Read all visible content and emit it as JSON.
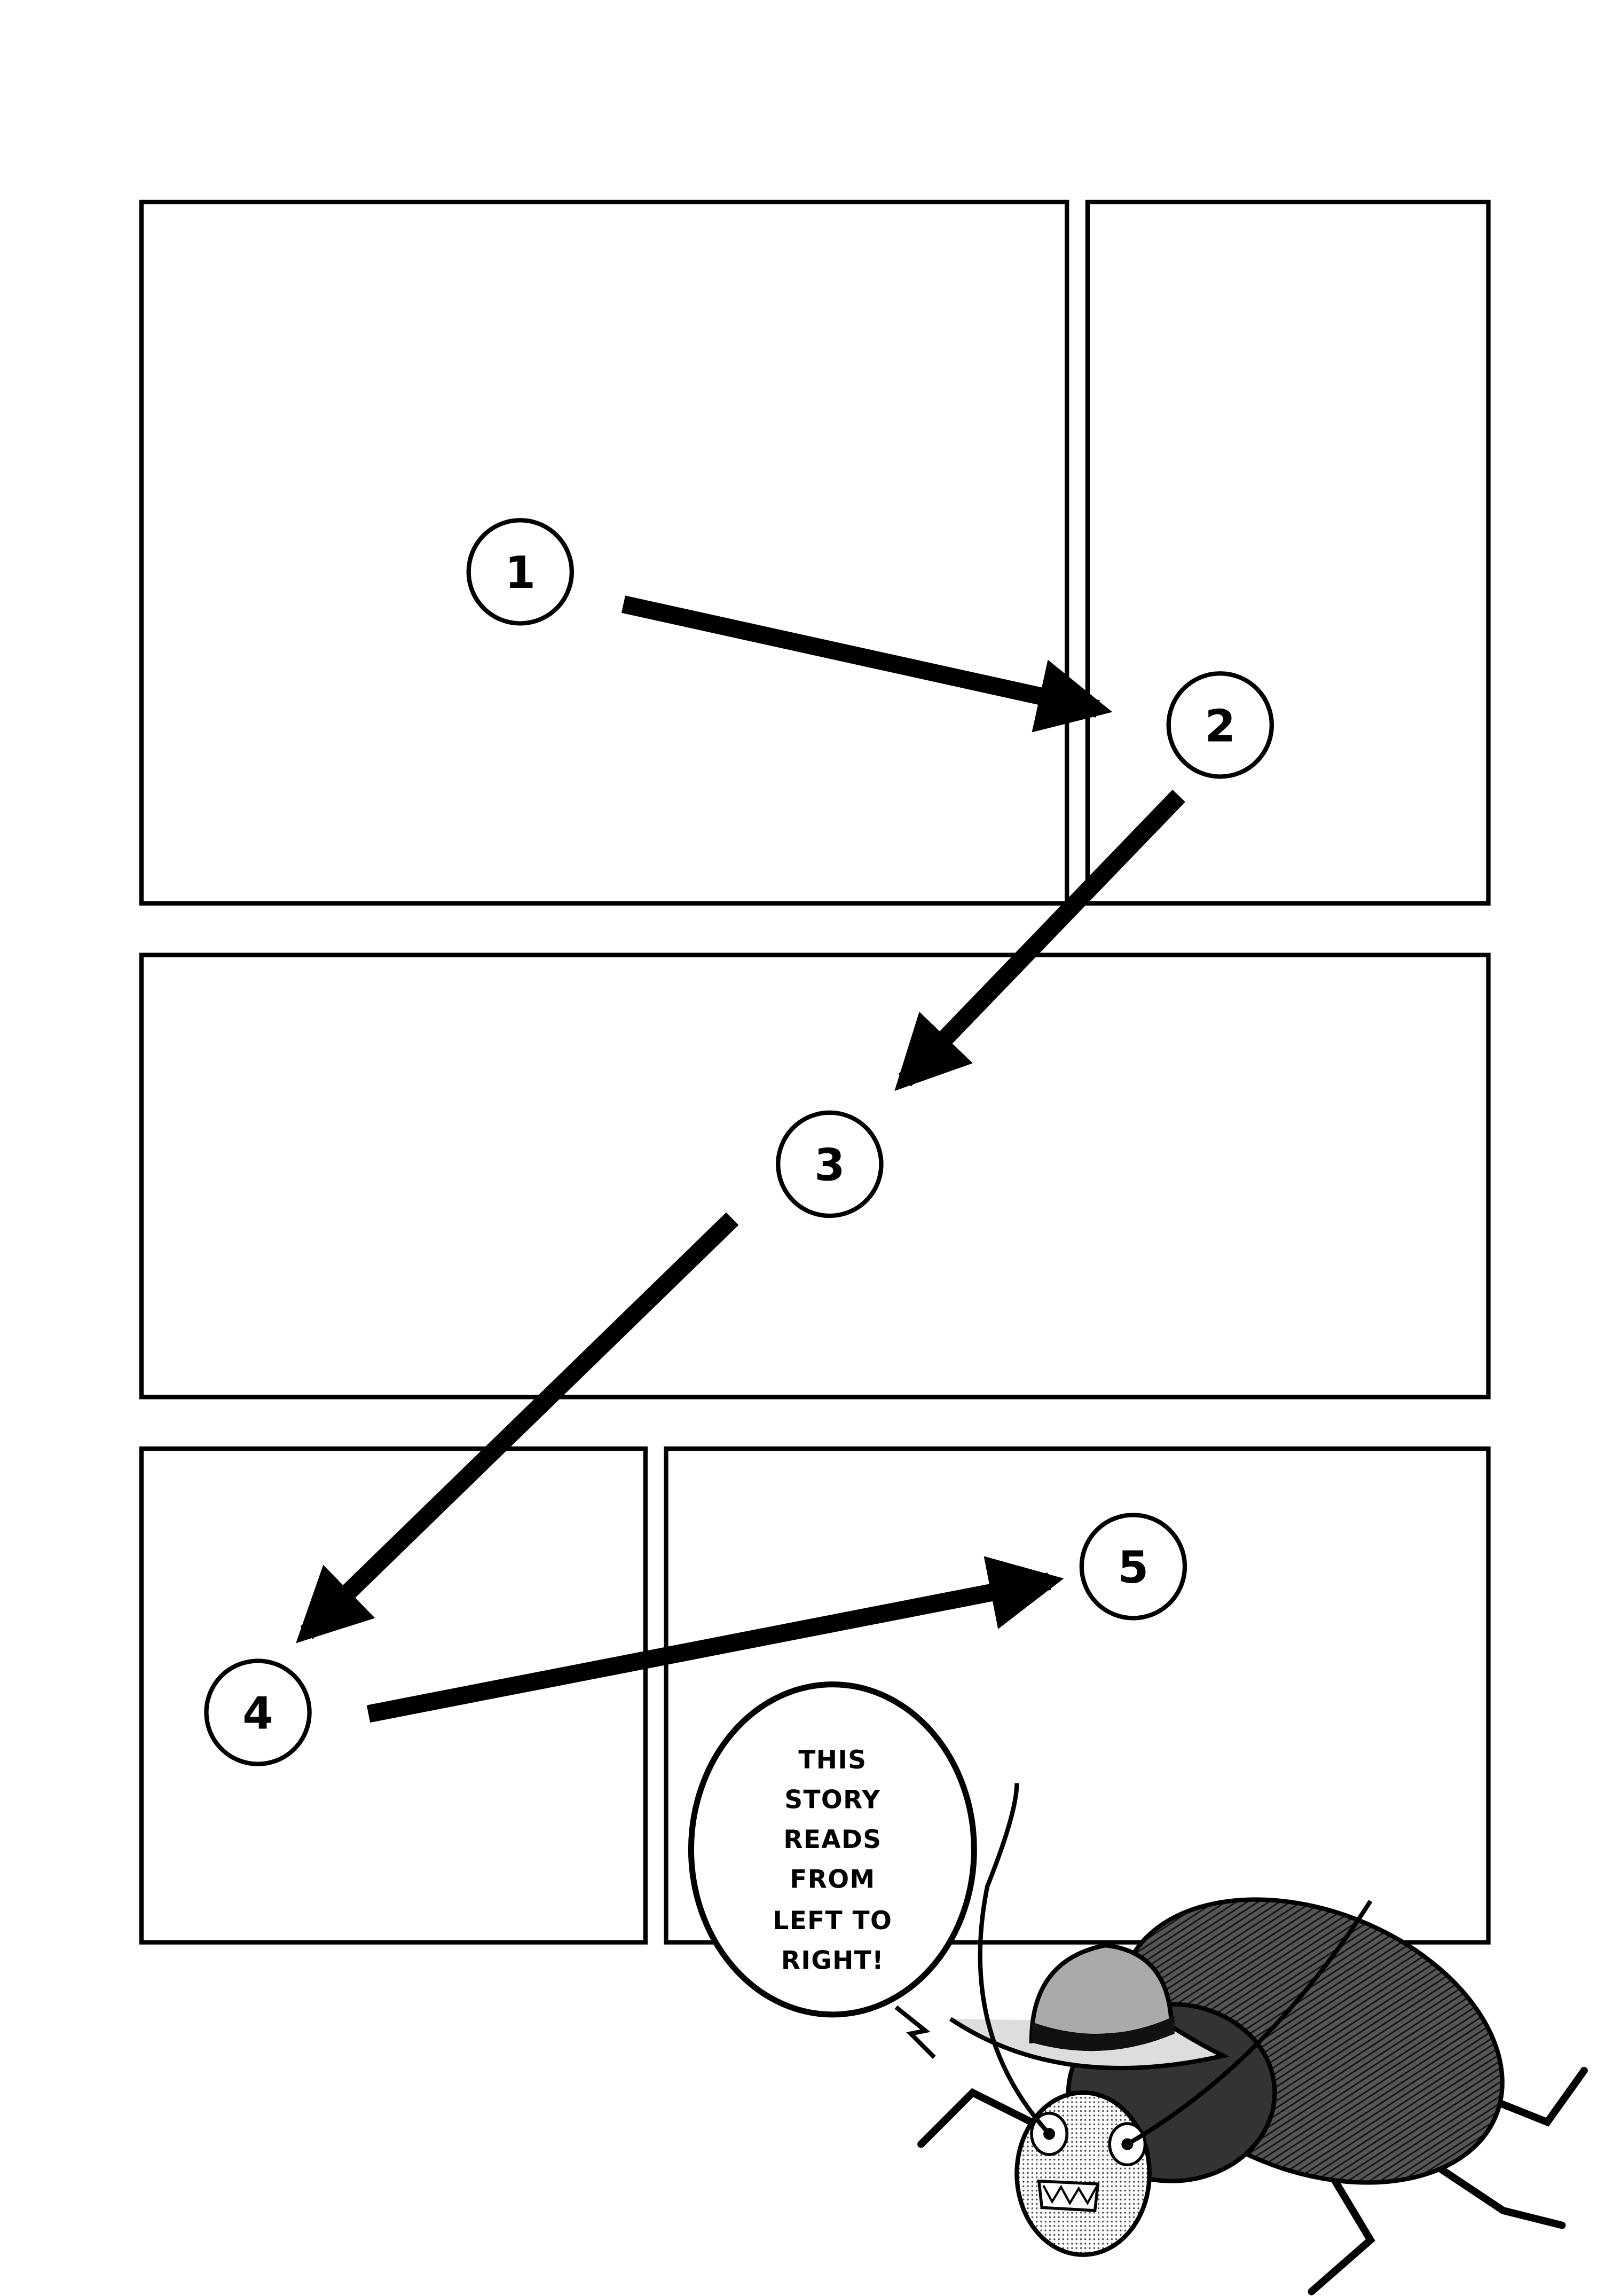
{
  "page": {
    "ink_color": "#000000",
    "paper_color": "#ffffff"
  },
  "reading_order": {
    "steps": [
      {
        "label": "1"
      },
      {
        "label": "2"
      },
      {
        "label": "3"
      },
      {
        "label": "4"
      },
      {
        "label": "5"
      }
    ]
  },
  "speech_bubble": {
    "lines": [
      "THIS",
      "STORY",
      "READS",
      "FROM",
      "LEFT TO",
      "RIGHT!"
    ]
  },
  "character": {
    "icon": "beetle-with-hat-icon"
  }
}
